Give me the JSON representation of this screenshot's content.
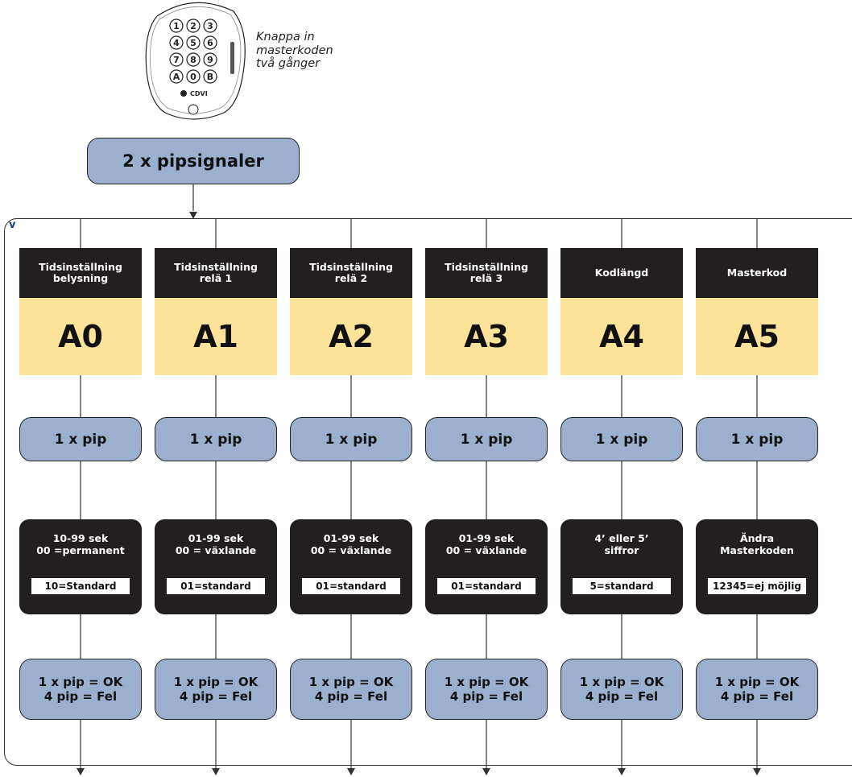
{
  "keypad": {
    "keys": [
      "1",
      "2",
      "3",
      "4",
      "5",
      "6",
      "7",
      "8",
      "9",
      "A",
      "0",
      "B"
    ],
    "brand": "CDVI"
  },
  "instruction": {
    "line1": "Knappa in",
    "line2": "masterkoden",
    "line3": "två gånger"
  },
  "start_box": {
    "label": "2 x pipsignaler"
  },
  "frame_marker": "v",
  "columns": [
    {
      "header": [
        "Tidsinställning",
        "belysning"
      ],
      "code": "A0",
      "pip": "1 x pip",
      "option_line1": "10-99 sek",
      "option_line2": "00 =permanent",
      "default": "10=Standard",
      "result_line1": "1 x pip = OK",
      "result_line2": "4 pip = Fel"
    },
    {
      "header": [
        "Tidsinställning",
        "relä 1"
      ],
      "code": "A1",
      "pip": "1 x pip",
      "option_line1": "01-99 sek",
      "option_line2": "00 = växlande",
      "default": "01=standard",
      "result_line1": "1 x pip = OK",
      "result_line2": "4 pip = Fel"
    },
    {
      "header": [
        "Tidsinställning",
        "relä 2"
      ],
      "code": "A2",
      "pip": "1 x pip",
      "option_line1": "01-99 sek",
      "option_line2": "00 = växlande",
      "default": "01=standard",
      "result_line1": "1 x pip = OK",
      "result_line2": "4 pip = Fel"
    },
    {
      "header": [
        "Tidsinställning",
        "relä 3"
      ],
      "code": "A3",
      "pip": "1 x pip",
      "option_line1": "01-99 sek",
      "option_line2": "00 = växlande",
      "default": "01=standard",
      "result_line1": "1 x pip = OK",
      "result_line2": "4 pip = Fel"
    },
    {
      "header": [
        "Kodlängd",
        ""
      ],
      "code": "A4",
      "pip": "1 x pip",
      "option_line1": "4’ eller 5’",
      "option_line2": "siffror",
      "default": "5=standard",
      "result_line1": "1 x pip = OK",
      "result_line2": "4 pip = Fel"
    },
    {
      "header": [
        "Masterkod",
        ""
      ],
      "code": "A5",
      "pip": "1 x pip",
      "option_line1": "Ändra",
      "option_line2": "Masterkoden",
      "default": "12345=ej möjlig",
      "result_line1": "1 x pip = OK",
      "result_line2": "4 pip = Fel"
    }
  ],
  "colors": {
    "pip_box": "#9bb0cf",
    "code_box": "#fde39a",
    "dark_box": "#231f20",
    "frame_marker": "#1a3f8f"
  }
}
